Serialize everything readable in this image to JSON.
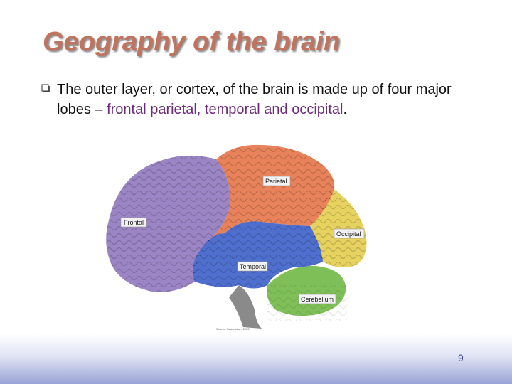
{
  "slide": {
    "title": "Geography of the brain",
    "bullet": {
      "text_before": "The outer layer, or cortex, of the brain is made up of four major lobes – ",
      "text_highlight": "frontal parietal, temporal and occipital",
      "text_after": "."
    },
    "figure": {
      "labels": {
        "frontal": "Frontal",
        "parietal": "Parietal",
        "occipital": "Occipital",
        "temporal": "Temporal",
        "cerebellum": "Cerebellum"
      },
      "credit": "Source: Sauro et al., 2003",
      "colors": {
        "frontal": "#9b85c4",
        "parietal": "#e8825a",
        "occipital": "#e6d25e",
        "temporal": "#4f6fcf",
        "cerebellum": "#7fbf58",
        "brainstem": "#8a8a8a"
      }
    },
    "page_number": "9",
    "colors": {
      "title": "#c0735f",
      "highlight": "#6b2a7a",
      "footer_band": "#9aa3d6"
    }
  }
}
